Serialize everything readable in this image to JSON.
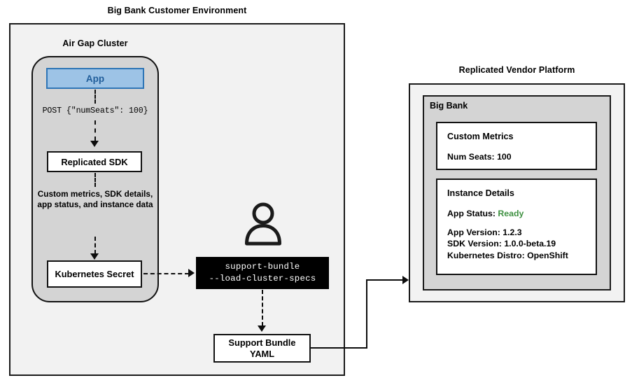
{
  "diagram": {
    "type": "architecture-flow",
    "left_panel": {
      "title": "Big Bank Customer Environment",
      "cluster": {
        "title": "Air Gap Cluster",
        "nodes": [
          {
            "id": "app",
            "label": "App",
            "style": "blue"
          },
          {
            "id": "sdk",
            "label": "Replicated SDK",
            "style": "white"
          },
          {
            "id": "secret",
            "label": "Kubernetes Secret",
            "style": "white"
          }
        ],
        "edges": [
          {
            "from": "app",
            "to": "sdk",
            "label": "POST {\"numSeats\": 100}",
            "style": "dashed",
            "label_font": "mono"
          },
          {
            "from": "sdk",
            "to": "secret",
            "label": "Custom metrics, SDK details, app status, and instance data",
            "style": "dashed",
            "label_font": "bold"
          }
        ]
      },
      "terminal": {
        "line1": "support-bundle",
        "line2": "--load-cluster-specs"
      },
      "artifact": {
        "line1": "Support Bundle",
        "line2": "YAML"
      },
      "actor_icon": "person-icon"
    },
    "right_panel": {
      "title": "Replicated Vendor Platform",
      "tenant": "Big Bank",
      "cards": [
        {
          "title": "Custom Metrics",
          "lines": [
            {
              "text": "Num Seats: 100"
            }
          ]
        },
        {
          "title": "Instance Details",
          "lines": [
            {
              "text": "App Status: ",
              "value": "Ready",
              "value_color": "#3f9142"
            },
            {
              "spacer": true
            },
            {
              "text": "App Version: 1.2.3"
            },
            {
              "text": "SDK Version: 1.0.0-beta.19"
            },
            {
              "text": "Kubernetes Distro: OpenShift"
            }
          ]
        }
      ]
    },
    "colors": {
      "env_background": "#f2f2f2",
      "cluster_background": "#d4d4d4",
      "app_fill": "#9dc3e6",
      "app_border": "#2e75b6",
      "app_text": "#1f5c99",
      "terminal_background": "#000000",
      "terminal_text": "#ffffff",
      "status_ready": "#3f9142",
      "stroke": "#111111"
    }
  }
}
